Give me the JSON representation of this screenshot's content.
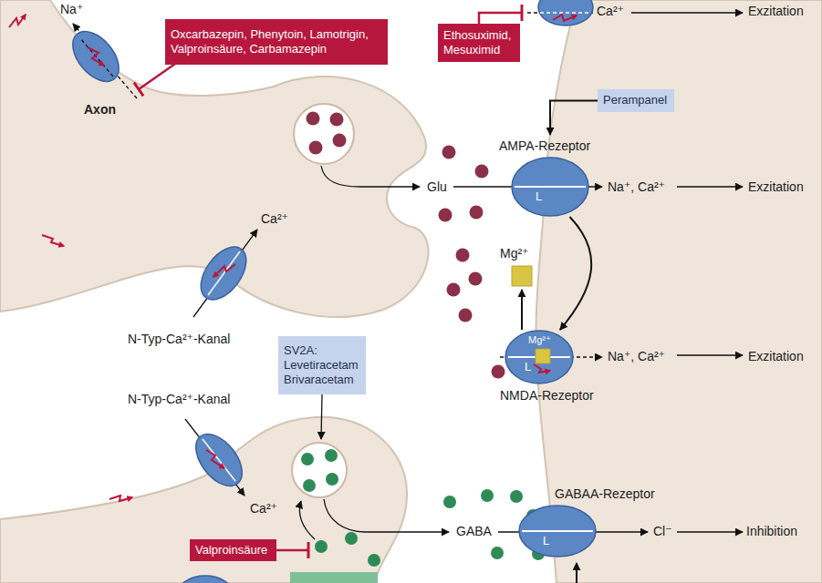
{
  "diagram": {
    "nodes": [
      {
        "text": [
          "Oxcarbazepin, Phenytoin, Lamotrigin, Valproinsäure, Carbamazepin"
        ]
      },
      {
        "text": [
          "Ethosuximid, Mesuximid"
        ]
      },
      {
        "text": [
          "Perampanel"
        ]
      },
      {
        "text": [
          "AMPA-Rezeptor",
          "L"
        ]
      },
      {
        "text": [
          "L",
          "NMDA-Rezeptor"
        ]
      },
      {
        "text": [
          "SV2A:",
          "Levetiracetam Brivaracetam"
        ]
      },
      {
        "text": [
          "GABAA-Rezeptor",
          "L"
        ]
      },
      {
        "text": [
          "Valproinsäure"
        ]
      }
    ],
    "edges": [
      {
        "from": 2,
        "to": 3,
        "arrow": "to"
      },
      {
        "from": 3,
        "to": 4,
        "arrow": "to"
      }
    ],
    "labels": [
      "Na⁺",
      "Ca²⁺",
      "Exzitation",
      "Axon",
      "Glu",
      "Na⁺, Ca²⁺",
      "Exzitation",
      "Ca²⁺",
      "Mg²⁺",
      "Mg²⁺",
      "Na⁺, Ca²⁺",
      "Exzitation",
      "N-Typ-Ca²⁺-Kanal",
      "N-Typ-Ca²⁺-Kanal",
      "Ca²⁺",
      "GABA",
      "Cl⁻",
      "Inhibition"
    ]
  }
}
